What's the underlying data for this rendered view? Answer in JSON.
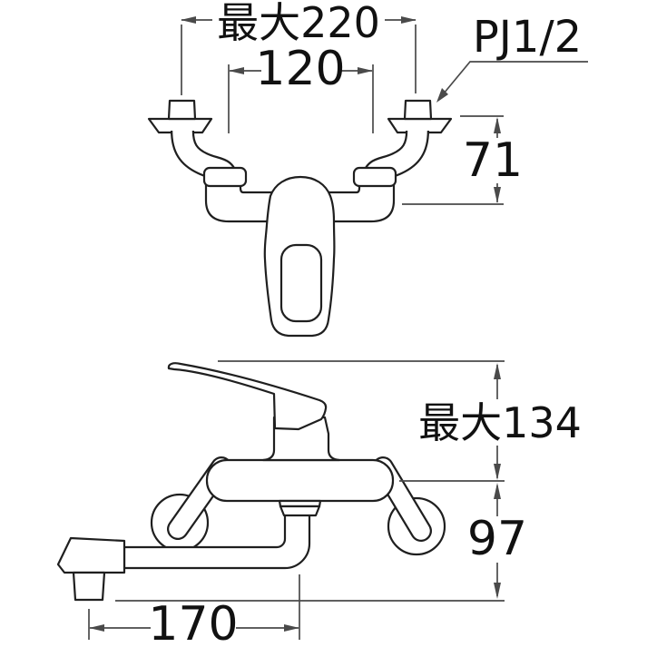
{
  "colors": {
    "bg": "#ffffff",
    "line": "#1f1f1f",
    "dim": "#4a4a4a",
    "text": "#111111"
  },
  "drawing": {
    "kind": "faucet-two-view-dimension-drawing",
    "dimensions": {
      "max_width": "最大220",
      "inlet_spacing": "120",
      "thread_size": "PJ1/2",
      "flange_offset": "71",
      "max_height": "最大134",
      "outlet_drop": "97",
      "spout_reach": "170"
    }
  }
}
